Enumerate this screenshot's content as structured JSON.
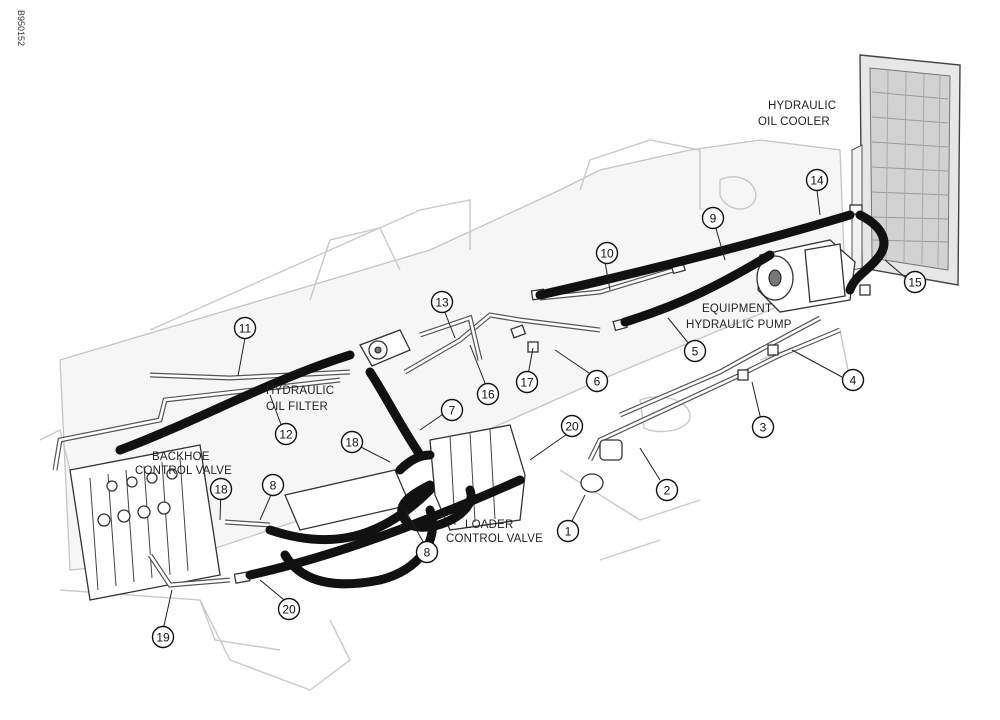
{
  "diagram": {
    "reference_code": "B950152",
    "component_labels": {
      "oil_cooler": [
        "HYDRAULIC",
        "OIL COOLER"
      ],
      "pump": [
        "EQUIPMENT",
        "HYDRAULIC PUMP"
      ],
      "filter": [
        "HYDRAULIC",
        "OIL FILTER"
      ],
      "backhoe_valve": [
        "BACKHOE",
        "CONTROL VALVE"
      ],
      "loader_valve": [
        "LOADER",
        "CONTROL VALVE"
      ]
    },
    "callouts": [
      "1",
      "2",
      "3",
      "4",
      "5",
      "6",
      "7",
      "8",
      "8",
      "9",
      "10",
      "11",
      "12",
      "13",
      "14",
      "15",
      "16",
      "17",
      "18",
      "18",
      "19",
      "20",
      "20"
    ]
  }
}
